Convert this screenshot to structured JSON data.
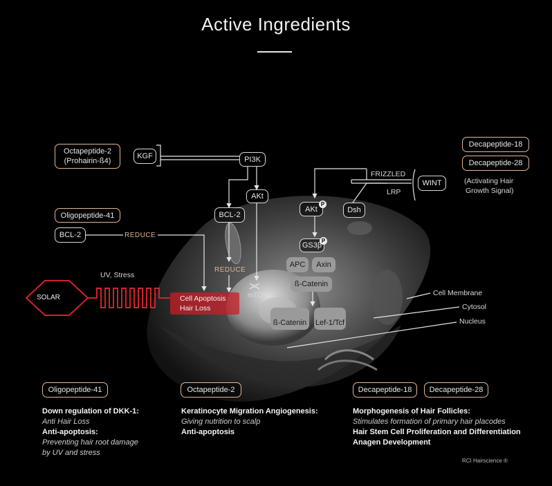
{
  "title": "Active Ingredients",
  "top_left": {
    "octapeptide_2": "Octapeptide-2",
    "prohairin": "(Prohairin-ß4)",
    "kgf": "KGF",
    "pi3k": "PI3K",
    "akt": "AKt",
    "bcl2_mid": "BCL-2",
    "oligopeptide_41": "Oligopeptide-41",
    "bcl2_left": "BCL-2",
    "reduce_1": "REDUCE",
    "reduce_2": "REDUCE",
    "mtor": "mTOR"
  },
  "top_right": {
    "decapeptide_18": "Decapeptide-18",
    "decapeptide_28": "Decapeptide-28",
    "wint": "WINT",
    "wint_note_1": "(Activating Hair",
    "wint_note_2": "Growth Signal)",
    "frizzled": "FRIZZLED",
    "lrp": "LRP",
    "dsh": "Dsh",
    "akt_p": "AKt",
    "gs3b": "GS3β",
    "p": "P",
    "apc": "APC",
    "axin": "Axin",
    "b_catenin_1": "ß-Catenin",
    "b_catenin_2": "ß-Catenin",
    "lef": "Lef-1/Tcf"
  },
  "cell_labels": {
    "membrane": "Cell Membrane",
    "cytosol": "Cytosol",
    "nucleus": "Nucleus"
  },
  "solar": {
    "label": "SOLAR",
    "uv": "UV, Stress",
    "apoptosis_1": "Cell Apoptosis",
    "apoptosis_2": "Hair Loss"
  },
  "bottom": {
    "col1": {
      "badge": "Oligopeptide-41",
      "h1": "Down regulation of DKK-1:",
      "i1": "Anti Hair Loss",
      "h2": "Anti-apoptosis:",
      "i2": "Preventing hair root damage",
      "i3": "by UV and stress"
    },
    "col2": {
      "badge": "Octapeptide-2",
      "h1": "Keratinocyte Migration Angiogenesis:",
      "i1": "Giving nutrition to scalp",
      "h2": "Anti-apoptosis"
    },
    "col3": {
      "badge_1": "Decapeptide-18",
      "badge_2": "Decapeptide-28",
      "h1": "Morphogenesis of Hair Follicles:",
      "i1": "Stimulates formation of primary hair placodes",
      "h2": "Hair Stem Cell Proliferation and Differentiation",
      "h3": "Anagen Development"
    }
  },
  "credit": "RCI Hairscience ®",
  "colors": {
    "accent_peach": "#e3b89a",
    "solar_red": "#c81e28",
    "background": "#000000"
  }
}
